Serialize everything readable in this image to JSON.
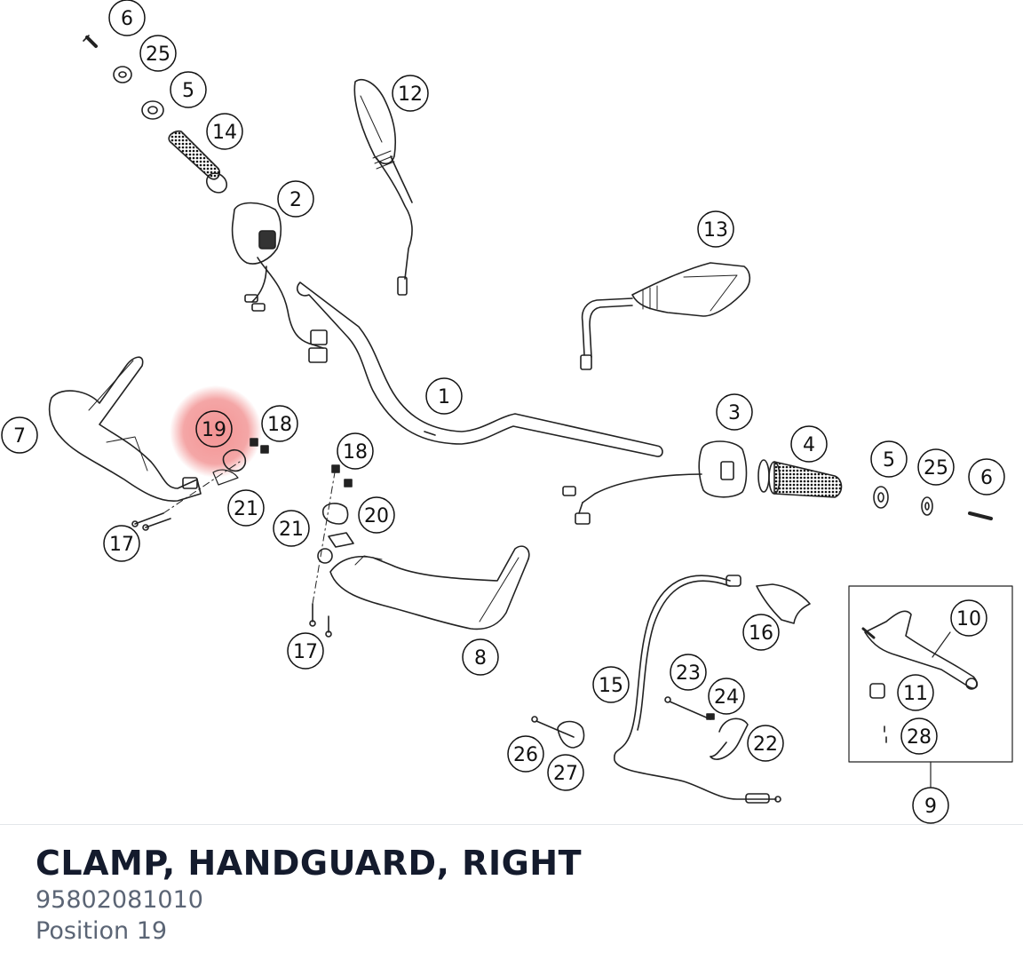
{
  "diagram": {
    "callouts": [
      {
        "id": "c6a",
        "text": "6"
      },
      {
        "id": "c25a",
        "text": "25"
      },
      {
        "id": "c5a",
        "text": "5"
      },
      {
        "id": "c14",
        "text": "14"
      },
      {
        "id": "c12",
        "text": "12"
      },
      {
        "id": "c2",
        "text": "2"
      },
      {
        "id": "c13",
        "text": "13"
      },
      {
        "id": "c1",
        "text": "1"
      },
      {
        "id": "c7",
        "text": "7"
      },
      {
        "id": "c19",
        "text": "19"
      },
      {
        "id": "c18a",
        "text": "18"
      },
      {
        "id": "c18b",
        "text": "18"
      },
      {
        "id": "c21a",
        "text": "21"
      },
      {
        "id": "c20",
        "text": "20"
      },
      {
        "id": "c21b",
        "text": "21"
      },
      {
        "id": "c17a",
        "text": "17"
      },
      {
        "id": "c17b",
        "text": "17"
      },
      {
        "id": "c8",
        "text": "8"
      },
      {
        "id": "c3",
        "text": "3"
      },
      {
        "id": "c4",
        "text": "4"
      },
      {
        "id": "c5b",
        "text": "5"
      },
      {
        "id": "c25b",
        "text": "25"
      },
      {
        "id": "c6b",
        "text": "6"
      },
      {
        "id": "c16",
        "text": "16"
      },
      {
        "id": "c10",
        "text": "10"
      },
      {
        "id": "c11",
        "text": "11"
      },
      {
        "id": "c28",
        "text": "28"
      },
      {
        "id": "c9",
        "text": "9"
      },
      {
        "id": "c15",
        "text": "15"
      },
      {
        "id": "c23",
        "text": "23"
      },
      {
        "id": "c24",
        "text": "24"
      },
      {
        "id": "c22",
        "text": "22"
      },
      {
        "id": "c26",
        "text": "26"
      },
      {
        "id": "c27",
        "text": "27"
      }
    ],
    "highlighted_position": "19",
    "highlight_color": "#f08080",
    "line_color": "#222222"
  },
  "part": {
    "title": "CLAMP, HANDGUARD, RIGHT",
    "number": "95802081010",
    "position": "Position 19"
  }
}
